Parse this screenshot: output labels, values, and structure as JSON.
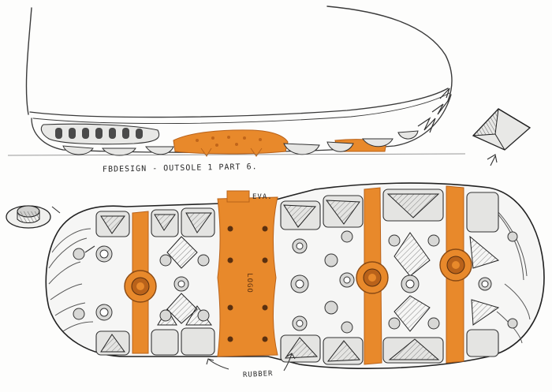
{
  "sketch": {
    "caption": "FBDESIGN - OUTSOLE 1 PART 6.",
    "eva_label": "EVA.",
    "rubber_label": "RUBBER",
    "sole_marking": "LOGO"
  },
  "colors": {
    "eva_orange": "#e8892b",
    "eva_dark": "#c0651a",
    "pencil": "#3a3a3a",
    "rubber_fill": "#e4e4e2",
    "paper": "#fdfdfc"
  },
  "icons": {
    "stud_detail": "stud-detail-icon",
    "cleat_detail": "cleat-detail-icon"
  }
}
